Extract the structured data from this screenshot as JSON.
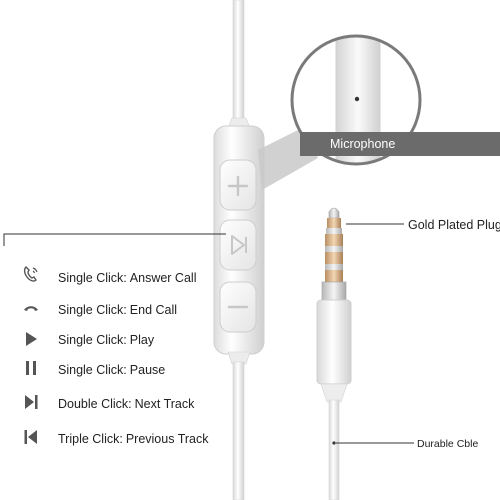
{
  "callouts": {
    "microphone": "Microphone",
    "plug": "Gold Plated Plug",
    "cable": "Durable Cble"
  },
  "functions": [
    {
      "icon": "answer-call-icon",
      "action": "Single Click:",
      "result": "Answer Call"
    },
    {
      "icon": "end-call-icon",
      "action": "Single Click:",
      "result": "End Call"
    },
    {
      "icon": "play-icon",
      "action": "Single Click:",
      "result": "Play"
    },
    {
      "icon": "pause-icon",
      "action": "Single Click:",
      "result": "Pause"
    },
    {
      "icon": "next-track-icon",
      "action": "Double Click:",
      "result": "Next Track"
    },
    {
      "icon": "previous-track-icon",
      "action": "Triple Click:",
      "result": "Previous Track"
    }
  ],
  "colors": {
    "gold": "#d9b58c",
    "cable": "#f7f7f7",
    "label_bg": "#6b6b6b"
  }
}
